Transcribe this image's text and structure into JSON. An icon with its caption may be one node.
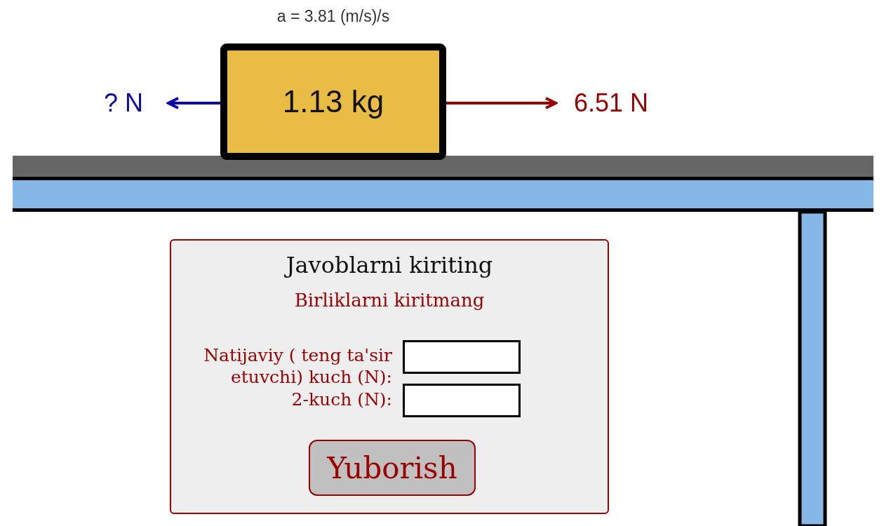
{
  "diagram": {
    "nodes": [
      {
        "text": [
          "1.13 kg"
        ],
        "beside": [
          "a = 3.81 (m/s)/s"
        ]
      },
      {
        "text": [
          "? N"
        ]
      },
      {
        "text": [
          "6.51 N"
        ]
      },
      {
        "text": [
          "Javoblarni kiriting",
          "Birliklarni kiritmang"
        ]
      },
      {
        "text": [],
        "shape": "box",
        "in": 3
      },
      {
        "text": [],
        "shape": "box",
        "in": 3
      },
      {
        "text": [
          "Yuborish"
        ],
        "in": 3
      }
    ],
    "edges": [
      {
        "from": 0,
        "to": 1,
        "arrow": "to",
        "color": "#0a0aa8"
      },
      {
        "from": 0,
        "to": 2,
        "arrow": "to",
        "color": "#9b0000"
      }
    ],
    "labels": [
      "Natijaviy ( teng ta'sir etuvchi) kuch (N):",
      "2-kuch (N):"
    ]
  }
}
